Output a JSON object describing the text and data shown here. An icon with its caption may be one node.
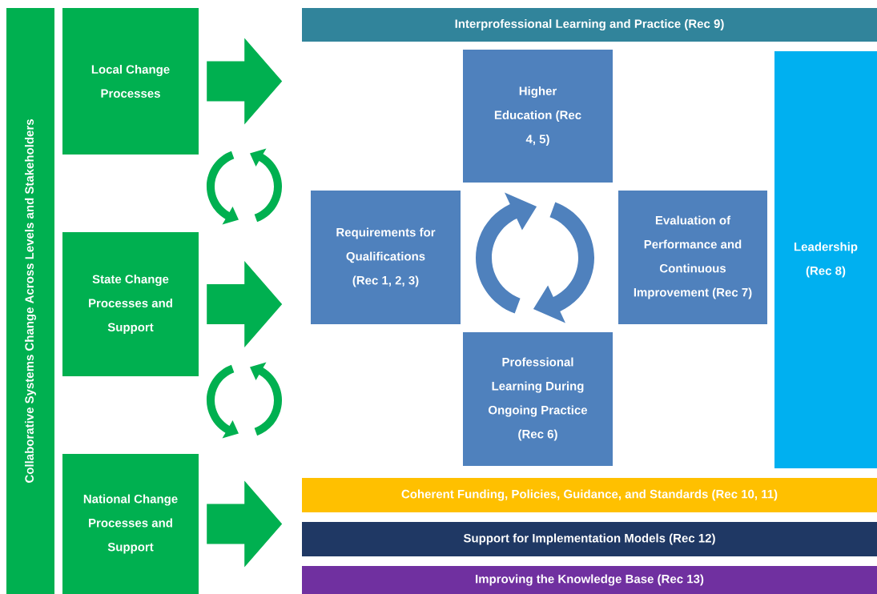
{
  "diagram": {
    "nodes": [
      {
        "text": [
          "Collaborative Systems Change Across Levels and Stakeholders"
        ]
      },
      {
        "text": [
          "Local Change Processes"
        ]
      },
      {
        "text": [
          "State Change Processes and Support"
        ]
      },
      {
        "text": [
          "National Change Processes and Support"
        ]
      },
      {
        "text": [
          "Interprofessional Learning and Practice (Rec 9)"
        ]
      },
      {
        "text": [
          "Higher Education (Rec 4, 5)"
        ]
      },
      {
        "text": [
          "Requirements for Qualifications (Rec 1, 2, 3)"
        ]
      },
      {
        "text": [
          "Evaluation of Performance and Continuous Improvement (Rec 7)"
        ]
      },
      {
        "text": [
          "Professional Learning During Ongoing Practice (Rec 6)"
        ]
      },
      {
        "text": [
          "Leadership (Rec 8)"
        ]
      },
      {
        "text": [
          "Coherent Funding, Policies, Guidance, and Standards (Rec 10, 11)"
        ]
      },
      {
        "text": [
          "Support for Implementation Models (Rec 12)"
        ]
      },
      {
        "text": [
          "Improving the Knowledge Base (Rec 13)"
        ]
      }
    ],
    "edges": [
      {
        "from": 1,
        "to": null,
        "arrow": "to"
      },
      {
        "from": 2,
        "to": null,
        "arrow": "to"
      },
      {
        "from": 3,
        "to": null,
        "arrow": "to"
      }
    ]
  }
}
